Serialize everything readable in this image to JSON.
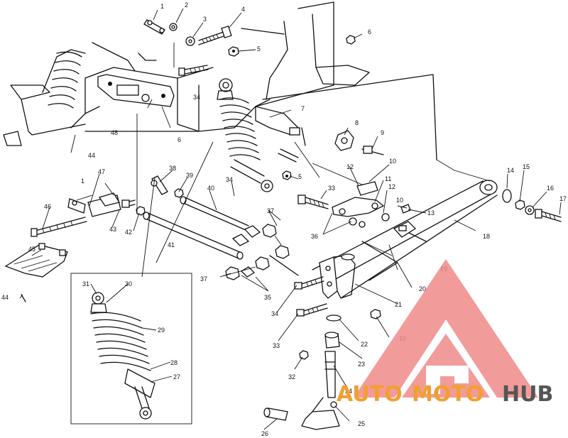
{
  "diagram": {
    "callouts": [
      {
        "id": "c1",
        "text": "1"
      },
      {
        "id": "c2",
        "text": "2"
      },
      {
        "id": "c3",
        "text": "3"
      },
      {
        "id": "c4",
        "text": "4"
      },
      {
        "id": "c5a",
        "text": "5"
      },
      {
        "id": "c6a",
        "text": "6"
      },
      {
        "id": "c34a",
        "text": "34"
      },
      {
        "id": "c48",
        "text": "48"
      },
      {
        "id": "c6b",
        "text": "6"
      },
      {
        "id": "c44",
        "text": "44"
      },
      {
        "id": "c7",
        "text": "7"
      },
      {
        "id": "c8",
        "text": "8"
      },
      {
        "id": "c9",
        "text": "9"
      },
      {
        "id": "c10a",
        "text": "10"
      },
      {
        "id": "c12a",
        "text": "12"
      },
      {
        "id": "c11",
        "text": "11"
      },
      {
        "id": "c5b",
        "text": "5"
      },
      {
        "id": "c12b",
        "text": "12"
      },
      {
        "id": "c10b",
        "text": "10"
      },
      {
        "id": "c13a",
        "text": "13"
      },
      {
        "id": "c14",
        "text": "14"
      },
      {
        "id": "c15",
        "text": "15"
      },
      {
        "id": "c16",
        "text": "16"
      },
      {
        "id": "c17",
        "text": "17"
      },
      {
        "id": "c18",
        "text": "18"
      },
      {
        "id": "c1b",
        "text": "1"
      },
      {
        "id": "c47",
        "text": "47"
      },
      {
        "id": "c38",
        "text": "38"
      },
      {
        "id": "c39",
        "text": "39"
      },
      {
        "id": "c40",
        "text": "40"
      },
      {
        "id": "c34b",
        "text": "34"
      },
      {
        "id": "c33a",
        "text": "33"
      },
      {
        "id": "c37a",
        "text": "37"
      },
      {
        "id": "c46",
        "text": "46"
      },
      {
        "id": "c43",
        "text": "43"
      },
      {
        "id": "c42",
        "text": "42"
      },
      {
        "id": "c41",
        "text": "41"
      },
      {
        "id": "c36",
        "text": "36"
      },
      {
        "id": "c45",
        "text": "45"
      },
      {
        "id": "c44b",
        "text": "44"
      },
      {
        "id": "c37b",
        "text": "37"
      },
      {
        "id": "c35",
        "text": "35"
      },
      {
        "id": "c19",
        "text": "19"
      },
      {
        "id": "c20",
        "text": "20"
      },
      {
        "id": "c21",
        "text": "21"
      },
      {
        "id": "c31",
        "text": "31"
      },
      {
        "id": "c30",
        "text": "30"
      },
      {
        "id": "c34c",
        "text": "34"
      },
      {
        "id": "c29",
        "text": "29"
      },
      {
        "id": "c28",
        "text": "28"
      },
      {
        "id": "c27",
        "text": "27"
      },
      {
        "id": "c33b",
        "text": "33"
      },
      {
        "id": "c22",
        "text": "22"
      },
      {
        "id": "c10c",
        "text": "10"
      },
      {
        "id": "c23",
        "text": "23"
      },
      {
        "id": "c32",
        "text": "32"
      },
      {
        "id": "c24",
        "text": "24"
      },
      {
        "id": "c25",
        "text": "25"
      },
      {
        "id": "c26",
        "text": "26"
      }
    ],
    "watermark": {
      "part1": "AUTO",
      "part2": "MOTO",
      "part3": "HUB",
      "colors": {
        "triangle": "#f08a8a",
        "text_orange": "#f0a030",
        "text_gray": "#555555"
      }
    }
  }
}
